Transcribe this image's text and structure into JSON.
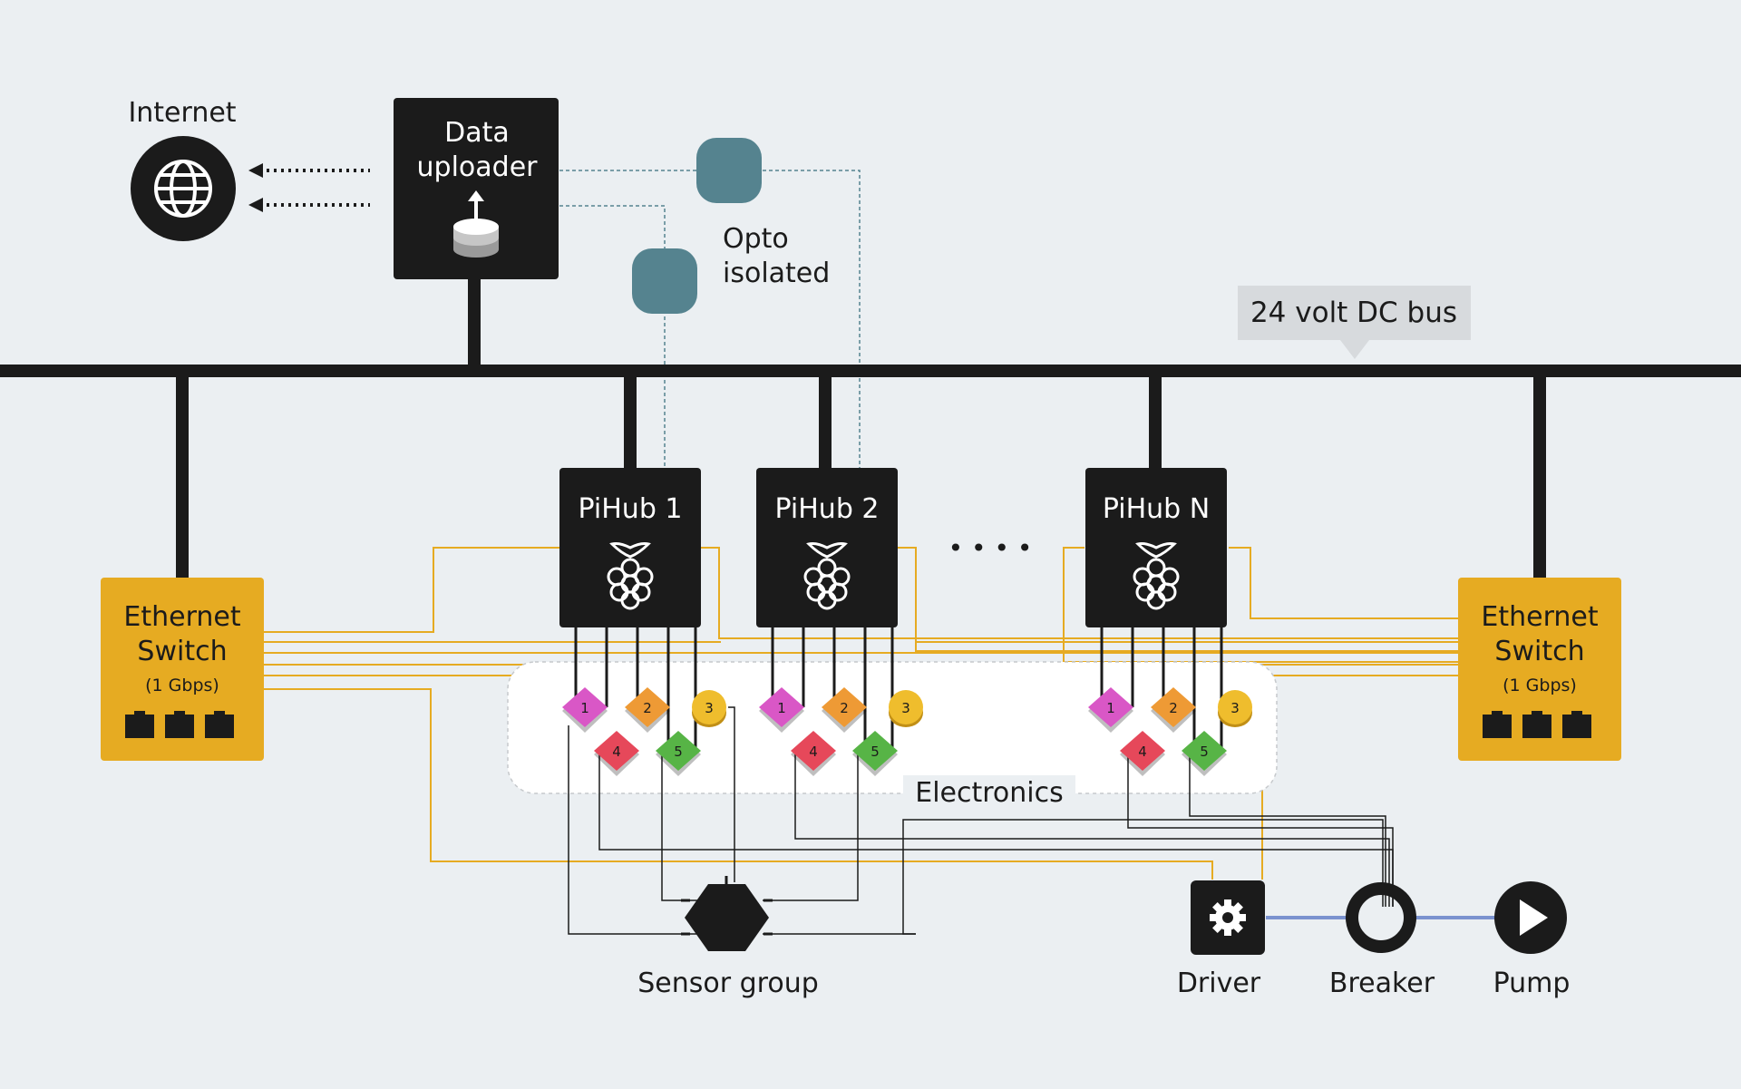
{
  "colors": {
    "background": "#ebeff2",
    "dark": "#1b1b1b",
    "switch": "#e6ab22",
    "opto": "#55838f",
    "bus_callout": "#d7dadd",
    "wire_orange": "#e6ab22",
    "wire_teal": "#55838f",
    "pipe_blue": "#7a92cf",
    "port1": "#d957c6",
    "port2": "#ee9a35",
    "port3": "#efbd2d",
    "port4": "#e6485a",
    "port5": "#57b446"
  },
  "labels": {
    "internet": "Internet",
    "uploader_line1": "Data",
    "uploader_line2": "uploader",
    "opto_line1": "Opto",
    "opto_line2": "isolated",
    "bus": "24 volt DC bus",
    "electronics": "Electronics",
    "sensor_group": "Sensor group",
    "driver": "Driver",
    "breaker": "Breaker",
    "pump": "Pump",
    "ellipsis": "• • • •"
  },
  "switches": [
    {
      "id": "left",
      "line1": "Ethernet",
      "line2": "Switch",
      "speed": "(1 Gbps)"
    },
    {
      "id": "right",
      "line1": "Ethernet",
      "line2": "Switch",
      "speed": "(1 Gbps)"
    }
  ],
  "hubs": [
    {
      "id": "1",
      "title": "PiHub 1"
    },
    {
      "id": "2",
      "title": "PiHub 2"
    },
    {
      "id": "n",
      "title": "PiHub N"
    }
  ],
  "ports": [
    "1",
    "2",
    "3",
    "4",
    "5"
  ],
  "icons": {
    "internet": "globe-icon",
    "uploader": "database-upload-icon",
    "hub": "raspberry-pi-icon",
    "switch_port": "ethernet-port-icon",
    "driver": "gear-icon",
    "breaker": "ring-icon",
    "pump": "play-icon",
    "sensor_group": "hexagon-icon"
  }
}
